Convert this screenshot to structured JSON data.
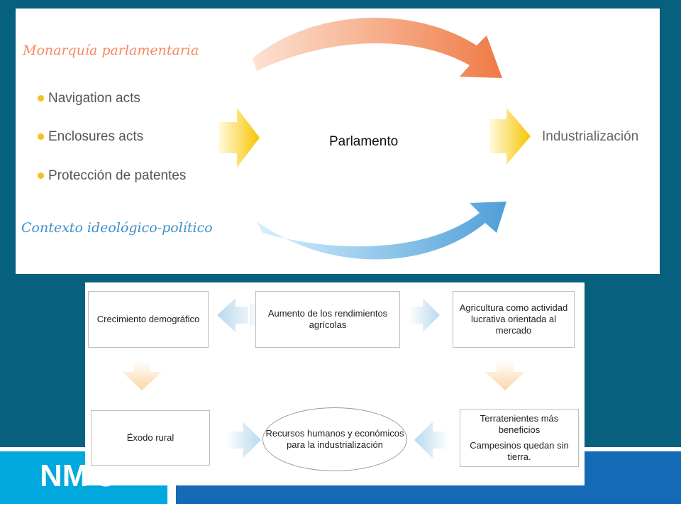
{
  "top_panel": {
    "monarchy_label": "Monarquía parlamentaria",
    "context_label": "Contexto ideológico-político",
    "list_items": [
      "Navigation acts",
      "Enclosures acts",
      "Protección de patentes"
    ],
    "center_label": "Parlamento",
    "right_label": "Industrialización"
  },
  "bottom_panel": {
    "box_top_left": "Crecimiento demográfico",
    "box_top_center": "Aumento de los rendimientos agrícolas",
    "box_top_right": "Agricultura como actividad lucrativa orientada al mercado",
    "box_bottom_left": "Éxodo rural",
    "ellipse_center": "Recursos humanos y económicos para la industrialización",
    "box_bottom_right_line1": "Terratenientes más beneficios",
    "box_bottom_right_line2": "Campesinos quedan sin tierra."
  },
  "footer": {
    "tab_text": "NM 3"
  },
  "colors": {
    "background": "#07607d",
    "tab_cyan": "#00a8de",
    "bar_blue": "#156ab6",
    "orange_arrow": "#f58a5a",
    "blue_arrow": "#5aaee0",
    "yellow_arrow": "#f7c400"
  }
}
